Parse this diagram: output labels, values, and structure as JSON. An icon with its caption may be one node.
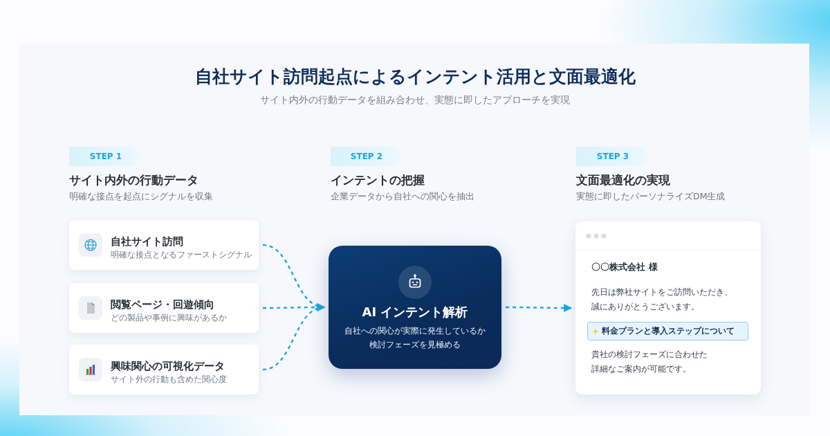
{
  "diagram": {
    "title": "自社サイト訪問起点によるインテント活用と文面最適化",
    "nodes": [
      {
        "text": [
          "STEP 1"
        ],
        "beside": [
          "サイト内外の行動データ",
          "明確な接点を起点にシグナルを収集"
        ]
      },
      {
        "text": [
          "STEP 2"
        ],
        "beside": [
          "インテントの把握",
          "企業データから自社への関心を抽出"
        ]
      },
      {
        "text": [
          "STEP 3"
        ],
        "beside": [
          "文面最適化の実現",
          "実態に即したパーソナライズDM生成"
        ]
      },
      {
        "text": [
          "自社サイト訪問",
          "明確な接点となるファーストシグナル"
        ]
      },
      {
        "text": [
          "閲覧ページ・回遊傾向",
          "どの製品や事例に興味があるか"
        ]
      },
      {
        "text": [
          "興味関心の可視化データ",
          "サイト外の行動も含めた関心度"
        ]
      },
      {
        "text": [
          "AI インテント解析",
          "自社への関心が実際に発生しているか検討フェーズを見極める"
        ]
      },
      {
        "text": [
          "〇〇株式会社 様",
          "先日は弊社サイトをご訪問いただき、誠にありがとうございます。",
          "貴社の検討フェーズに合わせた詳細なご案内が可能です。"
        ]
      },
      {
        "text": [
          "料金プランと導入ステップについて"
        ],
        "in": 7
      }
    ],
    "edges": [
      {
        "from": 3,
        "to": 6,
        "arrow": "to",
        "style": "dashed"
      },
      {
        "from": 4,
        "to": 6,
        "arrow": "to",
        "style": "dashed"
      },
      {
        "from": 5,
        "to": 6,
        "arrow": "to",
        "style": "dashed"
      },
      {
        "from": 6,
        "to": 7,
        "arrow": "to",
        "style": "dashed"
      }
    ],
    "labels": [
      "サイト内外の行動データを組み合わせ、実態に即したアプローチを実現"
    ]
  }
}
